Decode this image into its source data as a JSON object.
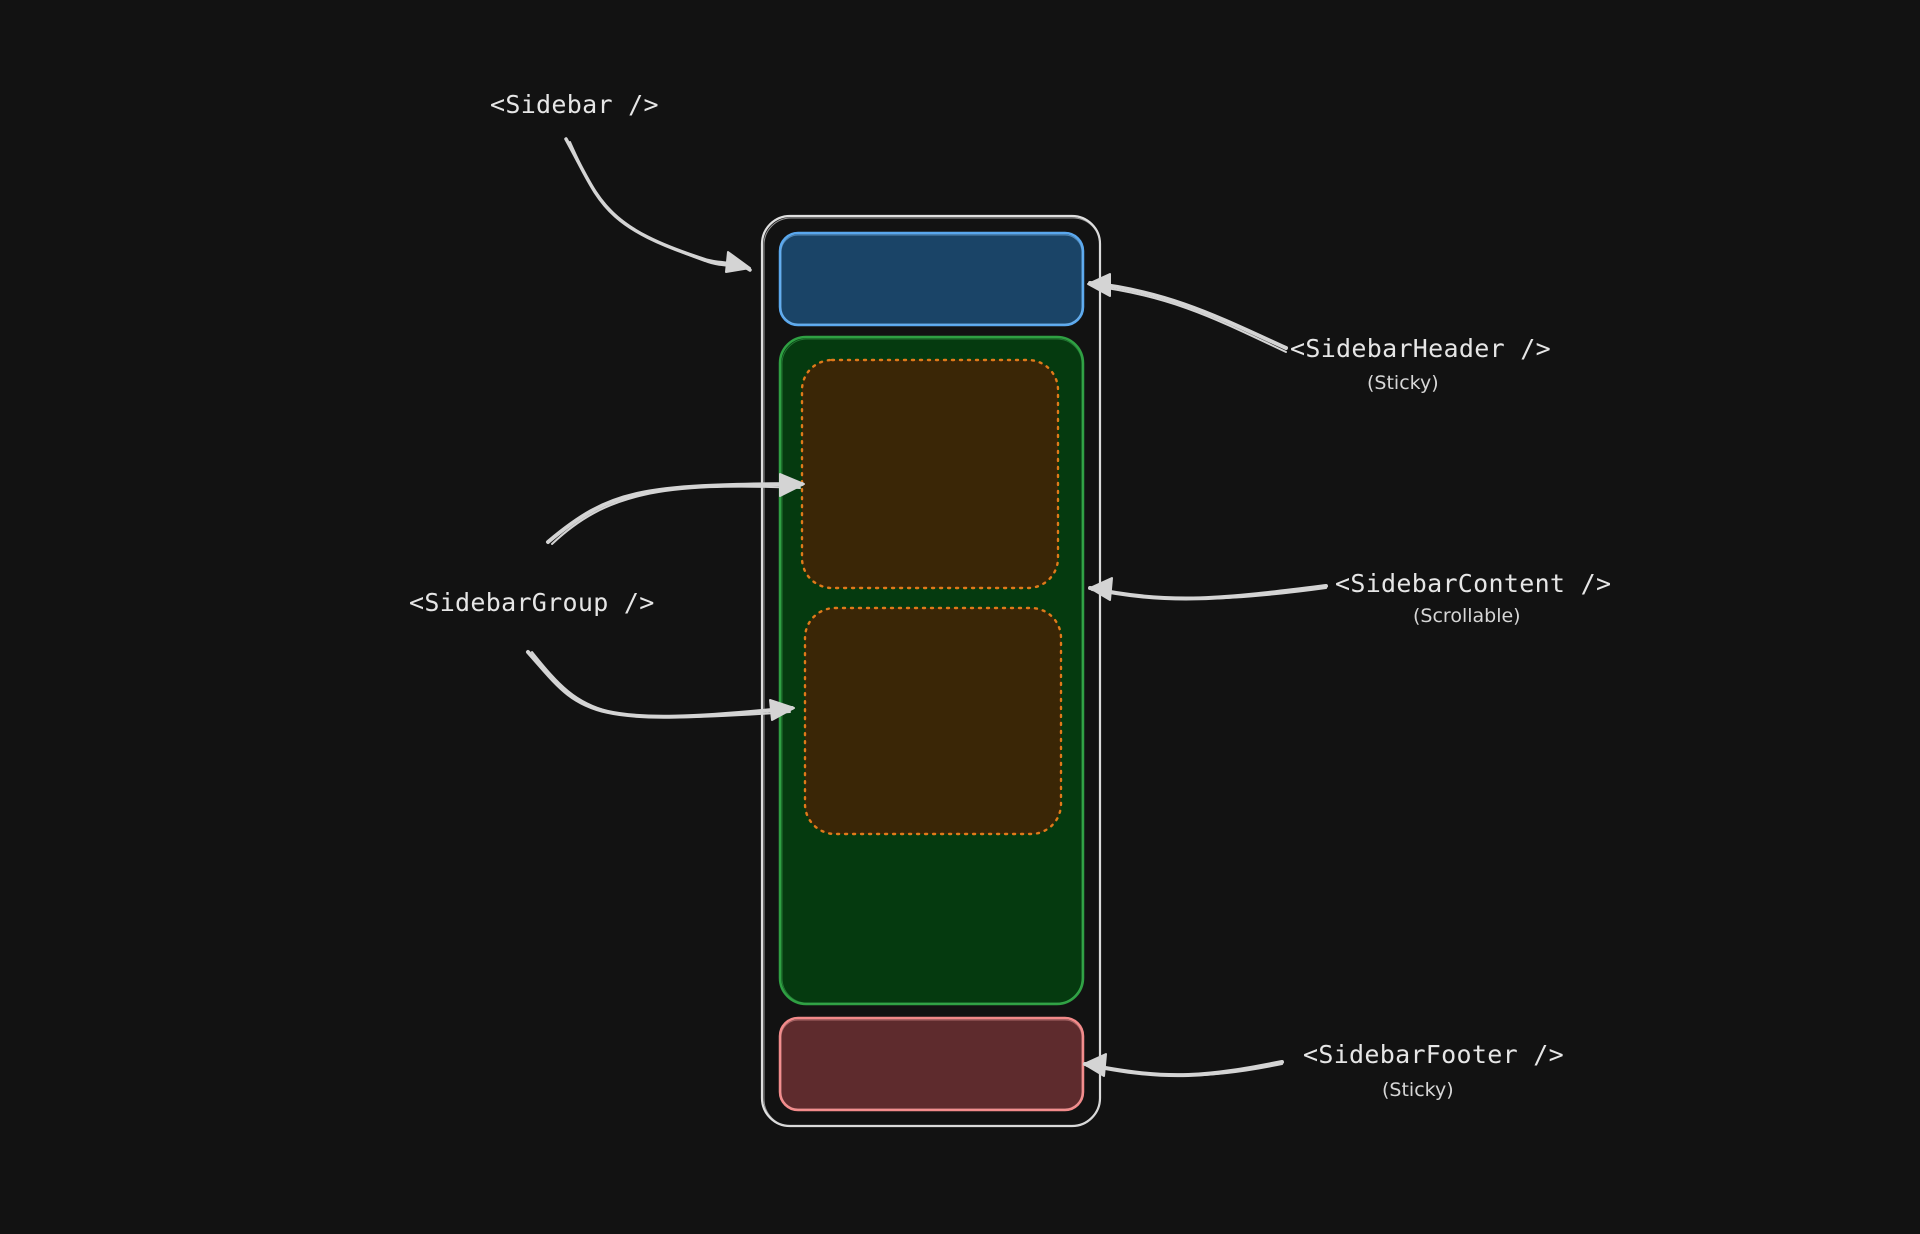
{
  "labels": {
    "sidebar": "<Sidebar />",
    "header": "<SidebarHeader />",
    "header_note": "(Sticky)",
    "group": "<SidebarGroup />",
    "content": "<SidebarContent />",
    "content_note": "(Scrollable)",
    "footer": "<SidebarFooter />",
    "footer_note": "(Sticky)"
  },
  "colors": {
    "background": "#121212",
    "sidebar_outline": "#e0e0e0",
    "header_fill": "#1a4467",
    "header_stroke": "#5aa8ee",
    "content_fill": "#053a0f",
    "content_stroke": "#2fa043",
    "group_fill": "#3a2606",
    "group_stroke": "#e07a1a",
    "footer_fill": "#5e2b2d",
    "footer_stroke": "#f28a8a",
    "arrow": "#d4d4d4"
  }
}
